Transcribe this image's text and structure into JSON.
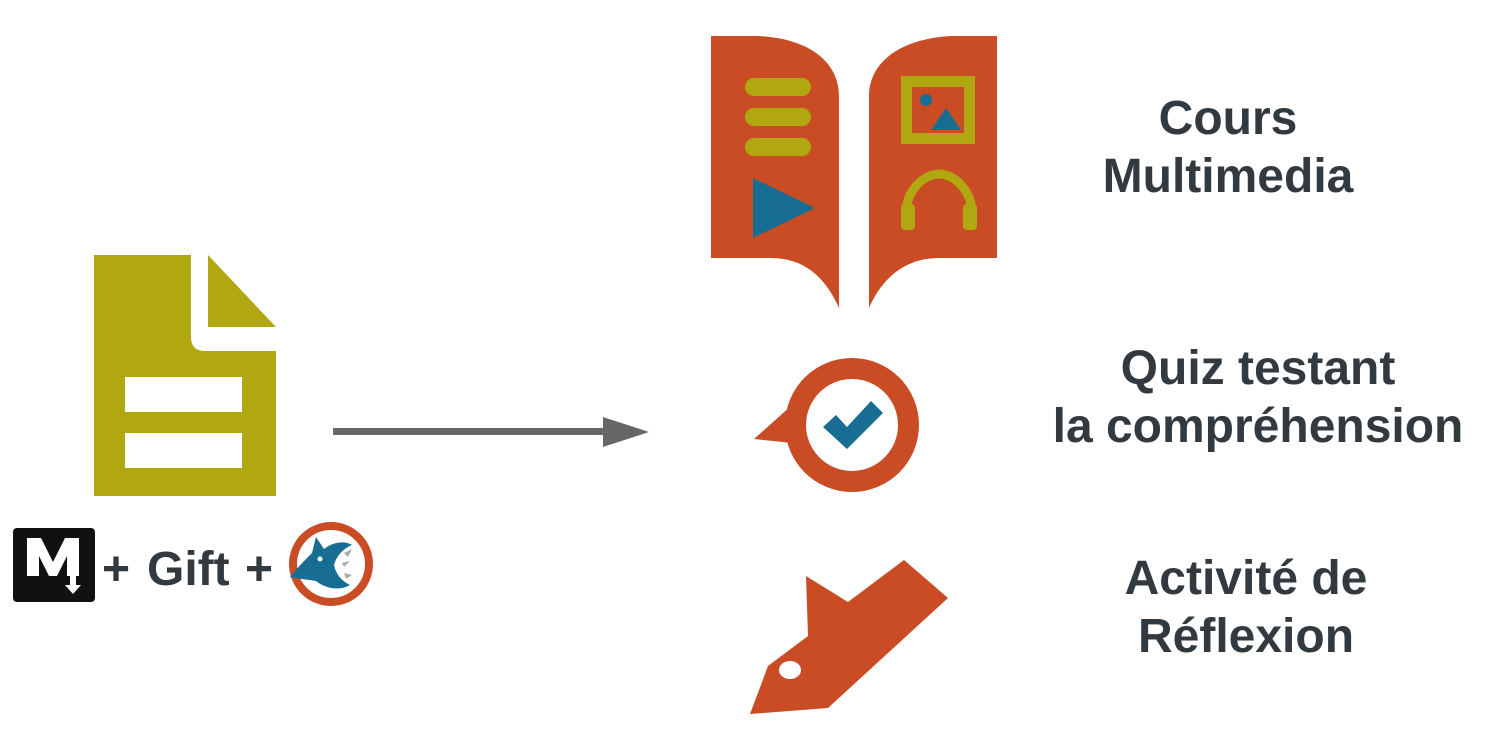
{
  "source": {
    "file_icon": "document-icon",
    "formula": {
      "plus_1": "+",
      "gift": "Gift",
      "plus_2": "+",
      "markdown_icon": "markdown-icon",
      "shark_logo_icon": "shark-logo-icon"
    }
  },
  "arrow": {
    "icon": "arrow-right-icon"
  },
  "outputs": [
    {
      "icon": "book-multimedia-icon",
      "line1": "Cours",
      "line2": "Multimedia"
    },
    {
      "icon": "quiz-check-icon",
      "line1": "Quiz testant",
      "line2": "la compréhension"
    },
    {
      "icon": "reflection-tag-icon",
      "line1": "Activité de",
      "line2": "Réflexion"
    }
  ],
  "colors": {
    "olive": "#b0a711",
    "orange": "#c94c24",
    "blue": "#176e92",
    "text": "#333a3f",
    "arrow": "#676767"
  }
}
